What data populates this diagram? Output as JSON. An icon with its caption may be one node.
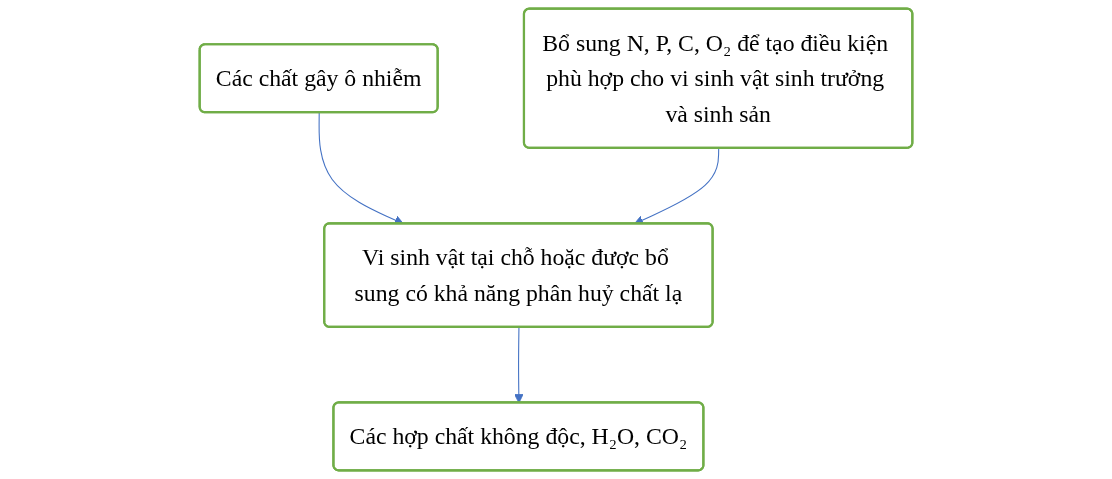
{
  "diagram": {
    "nodes": [
      {
        "text": [
          "Các chất gây ô nhiễm"
        ]
      },
      {
        "text": [
          "Vi sinh vật tại chỗ hoặc được bổ sung có khả năng phân huỷ chất lạ"
        ]
      },
      {
        "text": [
          "Bổ sung N, P, C, O₂ để tạo điều kiện phù hợp cho vi sinh vật sinh trưởng và sinh sản"
        ]
      },
      {
        "text": [
          "Các hợp chất không độc, H₂O, CO₂"
        ]
      }
    ],
    "edges": [
      {
        "from": 0,
        "to": 1,
        "arrow": "to"
      },
      {
        "from": 2,
        "to": 1,
        "arrow": "to"
      },
      {
        "from": 1,
        "to": 3,
        "arrow": "to"
      }
    ]
  }
}
